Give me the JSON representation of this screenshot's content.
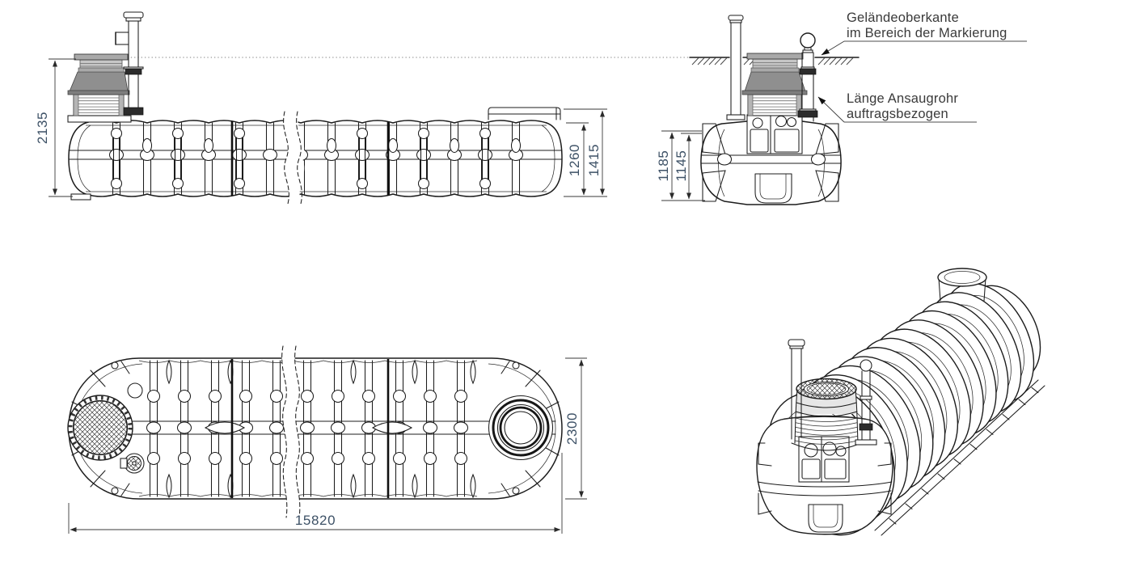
{
  "labels": {
    "ground_line1": "Geländeoberkante",
    "ground_line2": "im Bereich der Markierung",
    "suction_line1": "Länge Ansaugrohr",
    "suction_line2": "auftragsbezogen"
  },
  "dimensions": {
    "overall_depth": "2135",
    "body_height": "1260",
    "total_height": "1415",
    "inlet_height_outer": "1185",
    "inlet_height_inner": "1145",
    "tank_width": "2300",
    "tank_length": "15820"
  },
  "colors": {
    "line": "#1c1c1c",
    "dimension_text": "#3d5166",
    "label_text": "#3a3a3a",
    "dome_light": "#c6c6c6",
    "dome_mid": "#a9a9a9",
    "dome_dark": "#8f8f8f",
    "dome_rim": "#7e7e7e",
    "coupling_dark": "#2b2b2b"
  }
}
